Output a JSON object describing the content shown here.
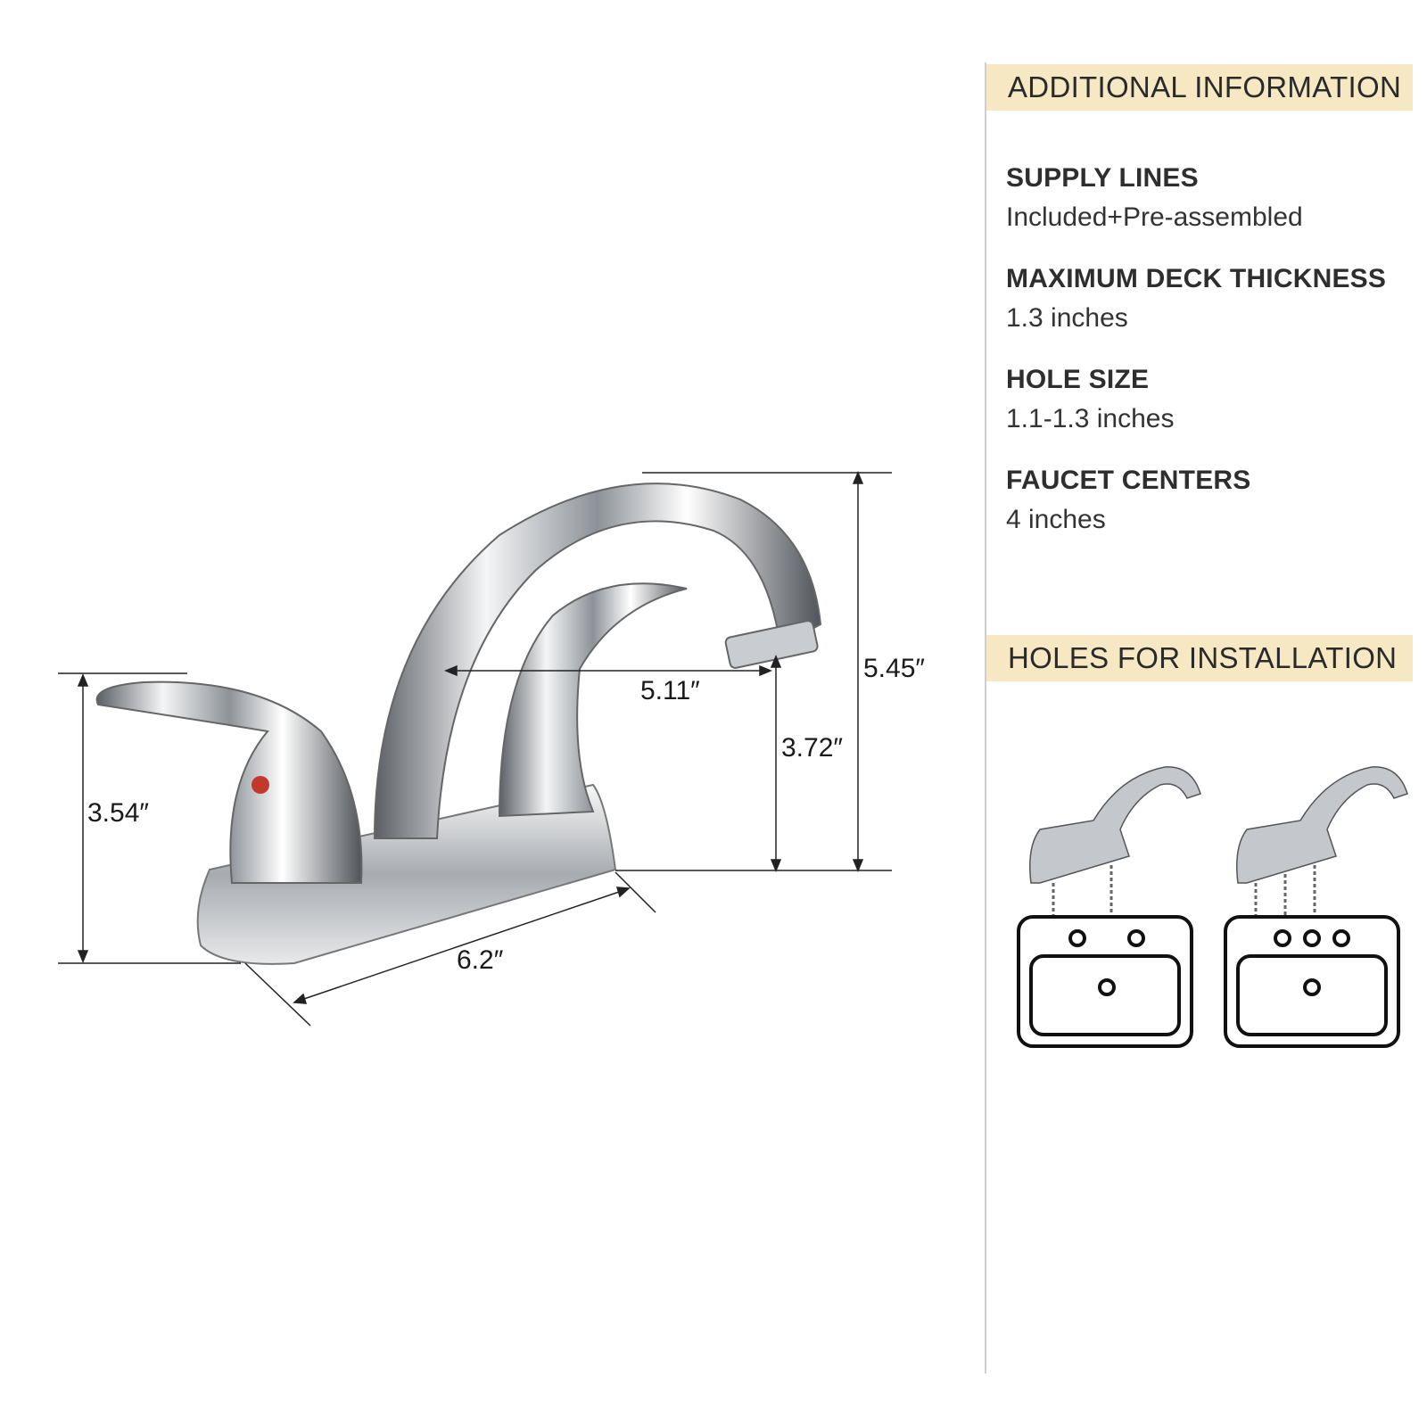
{
  "dimensions": {
    "overall_height": "5.45″",
    "spout_reach": "5.11″",
    "spout_height": "3.72″",
    "handle_height": "3.54″",
    "base_length": "6.2″"
  },
  "additional_information": {
    "title": "ADDITIONAL INFORMATION",
    "specs": [
      {
        "label": "SUPPLY LINES",
        "value": "Included+Pre-assembled"
      },
      {
        "label": "MAXIMUM DECK THICKNESS",
        "value": "1.3 inches"
      },
      {
        "label": "HOLE SIZE",
        "value": "1.1-1.3 inches"
      },
      {
        "label": "FAUCET CENTERS",
        "value": "4 inches"
      }
    ]
  },
  "holes_for_installation": {
    "title": "HOLES FOR INSTALLATION",
    "options": [
      {
        "holes": 2
      },
      {
        "holes": 3
      }
    ]
  },
  "colors": {
    "band": "#f7e8c4",
    "hot_indicator": "#c0392b",
    "chrome": "#b8bcc2"
  }
}
